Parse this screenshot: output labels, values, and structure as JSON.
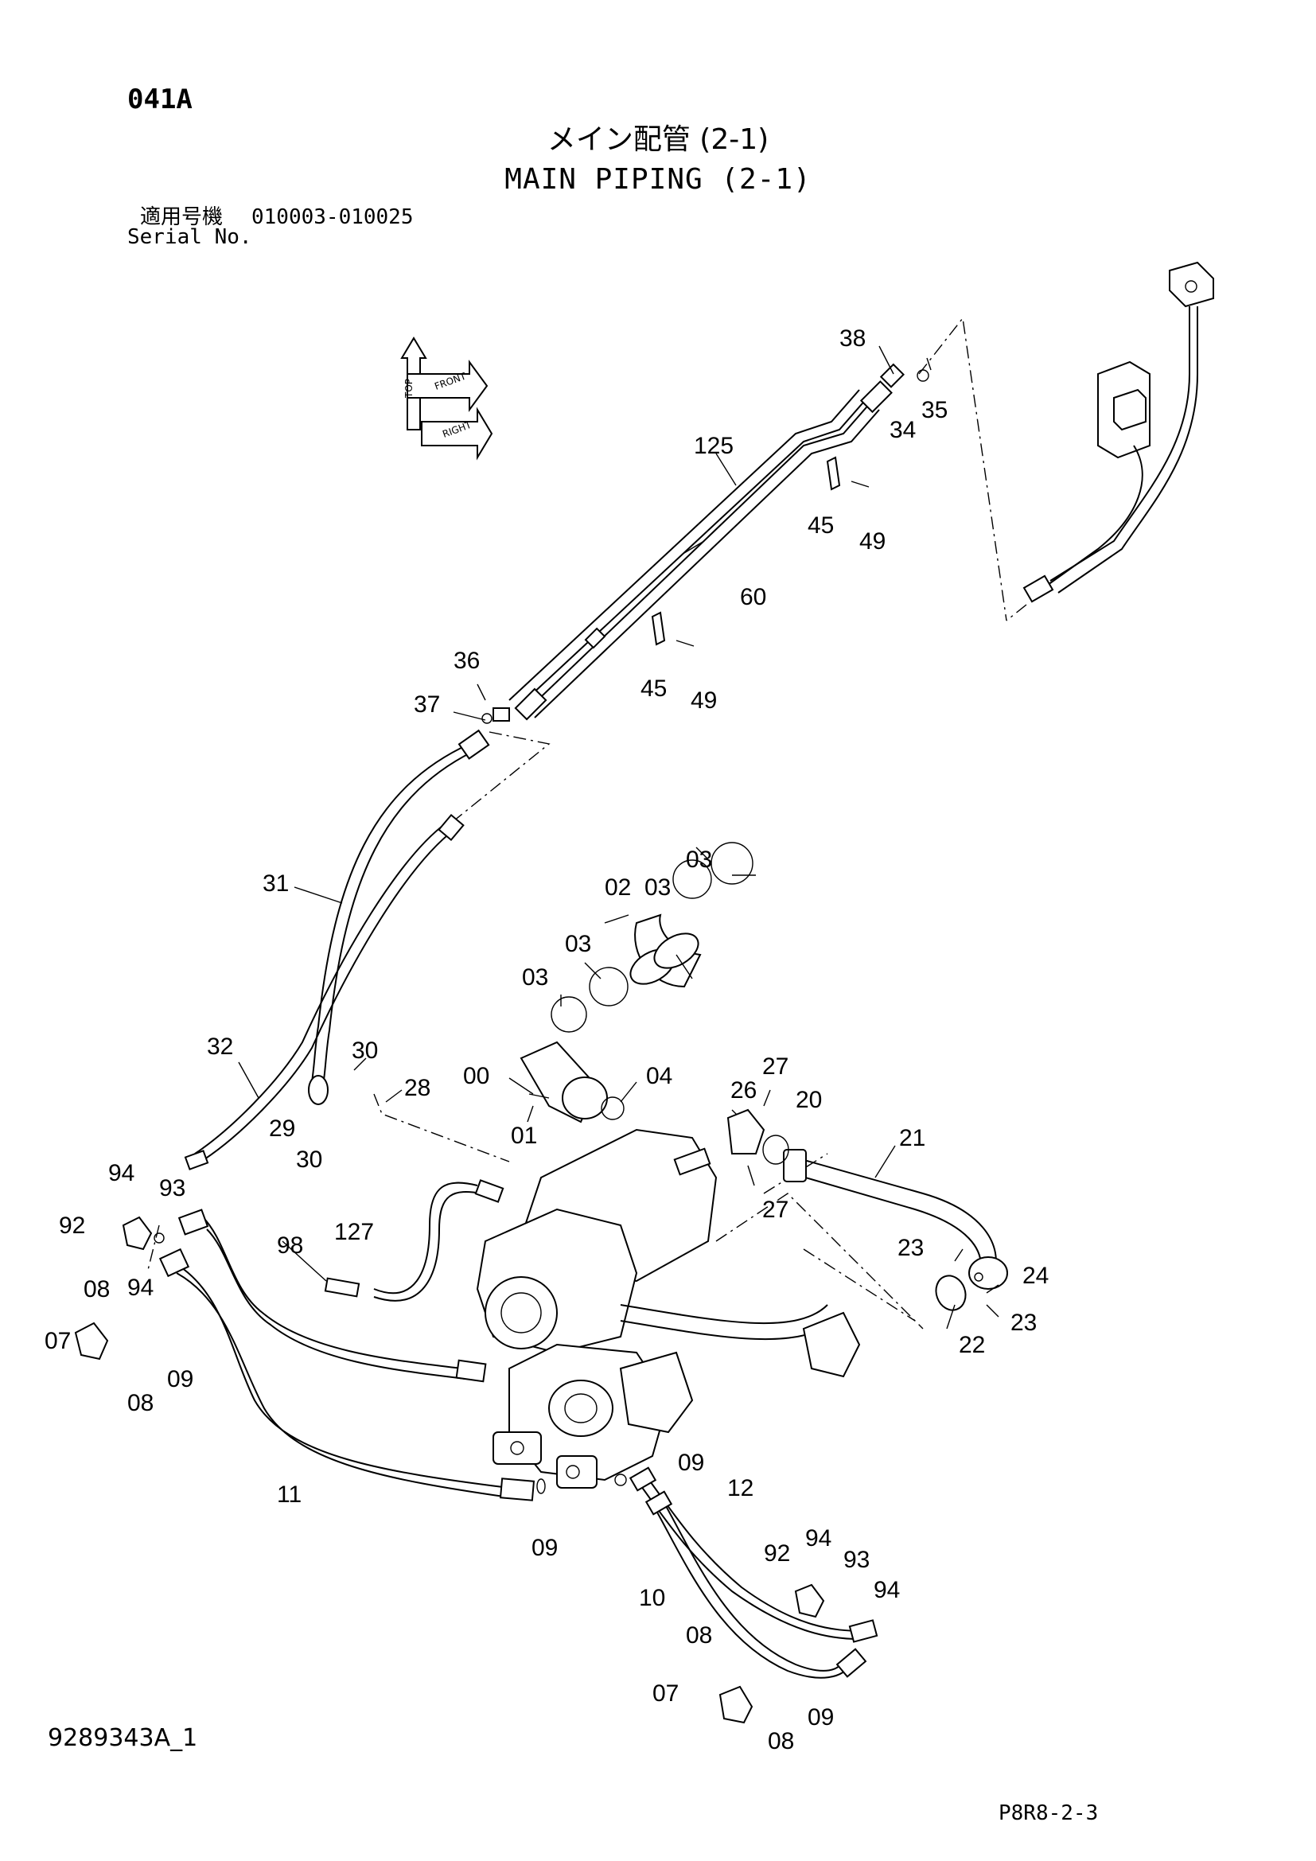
{
  "header": {
    "page_code": "041A",
    "title_jp": "メイン配管 (2-1)",
    "title_en": "MAIN PIPING (2-1)",
    "serial_label_jp": "適用号機",
    "serial_range": "010003-010025",
    "serial_label_en": "Serial No."
  },
  "orientation_marker": {
    "labels": [
      "TOP",
      "FRONT",
      "RIGHT"
    ]
  },
  "callouts": {
    "c38": "38",
    "c35": "35",
    "c34": "34",
    "c125": "125",
    "c45a": "45",
    "c49a": "49",
    "c60": "60",
    "c36": "36",
    "c37": "37",
    "c45b": "45",
    "c49b": "49",
    "c03a": "03",
    "c03b": "03",
    "c02": "02",
    "c03c": "03",
    "c03d": "03",
    "c31": "31",
    "c32": "32",
    "c30a": "30",
    "c28": "28",
    "c29": "29",
    "c30b": "30",
    "c00": "00",
    "c04": "04",
    "c01": "01",
    "c27a": "27",
    "c26": "26",
    "c20": "20",
    "c21": "21",
    "c27b": "27",
    "c94a": "94",
    "c93a": "93",
    "c92a": "92",
    "c94b": "94",
    "c127": "127",
    "c98": "98",
    "c23a": "23",
    "c24": "24",
    "c23b": "23",
    "c22": "22",
    "c08a": "08",
    "c07a": "07",
    "c09a": "09",
    "c08b": "08",
    "c11": "11",
    "c09b": "09",
    "c12": "12",
    "c09c": "09",
    "c94c": "94",
    "c92b": "92",
    "c93b": "93",
    "c94d": "94",
    "c10": "10",
    "c08c": "08",
    "c07b": "07",
    "c09d": "09",
    "c08d": "08"
  },
  "footer": {
    "drawing_no": "9289343A_1",
    "sheet_ref": "P8R8-2-3"
  }
}
